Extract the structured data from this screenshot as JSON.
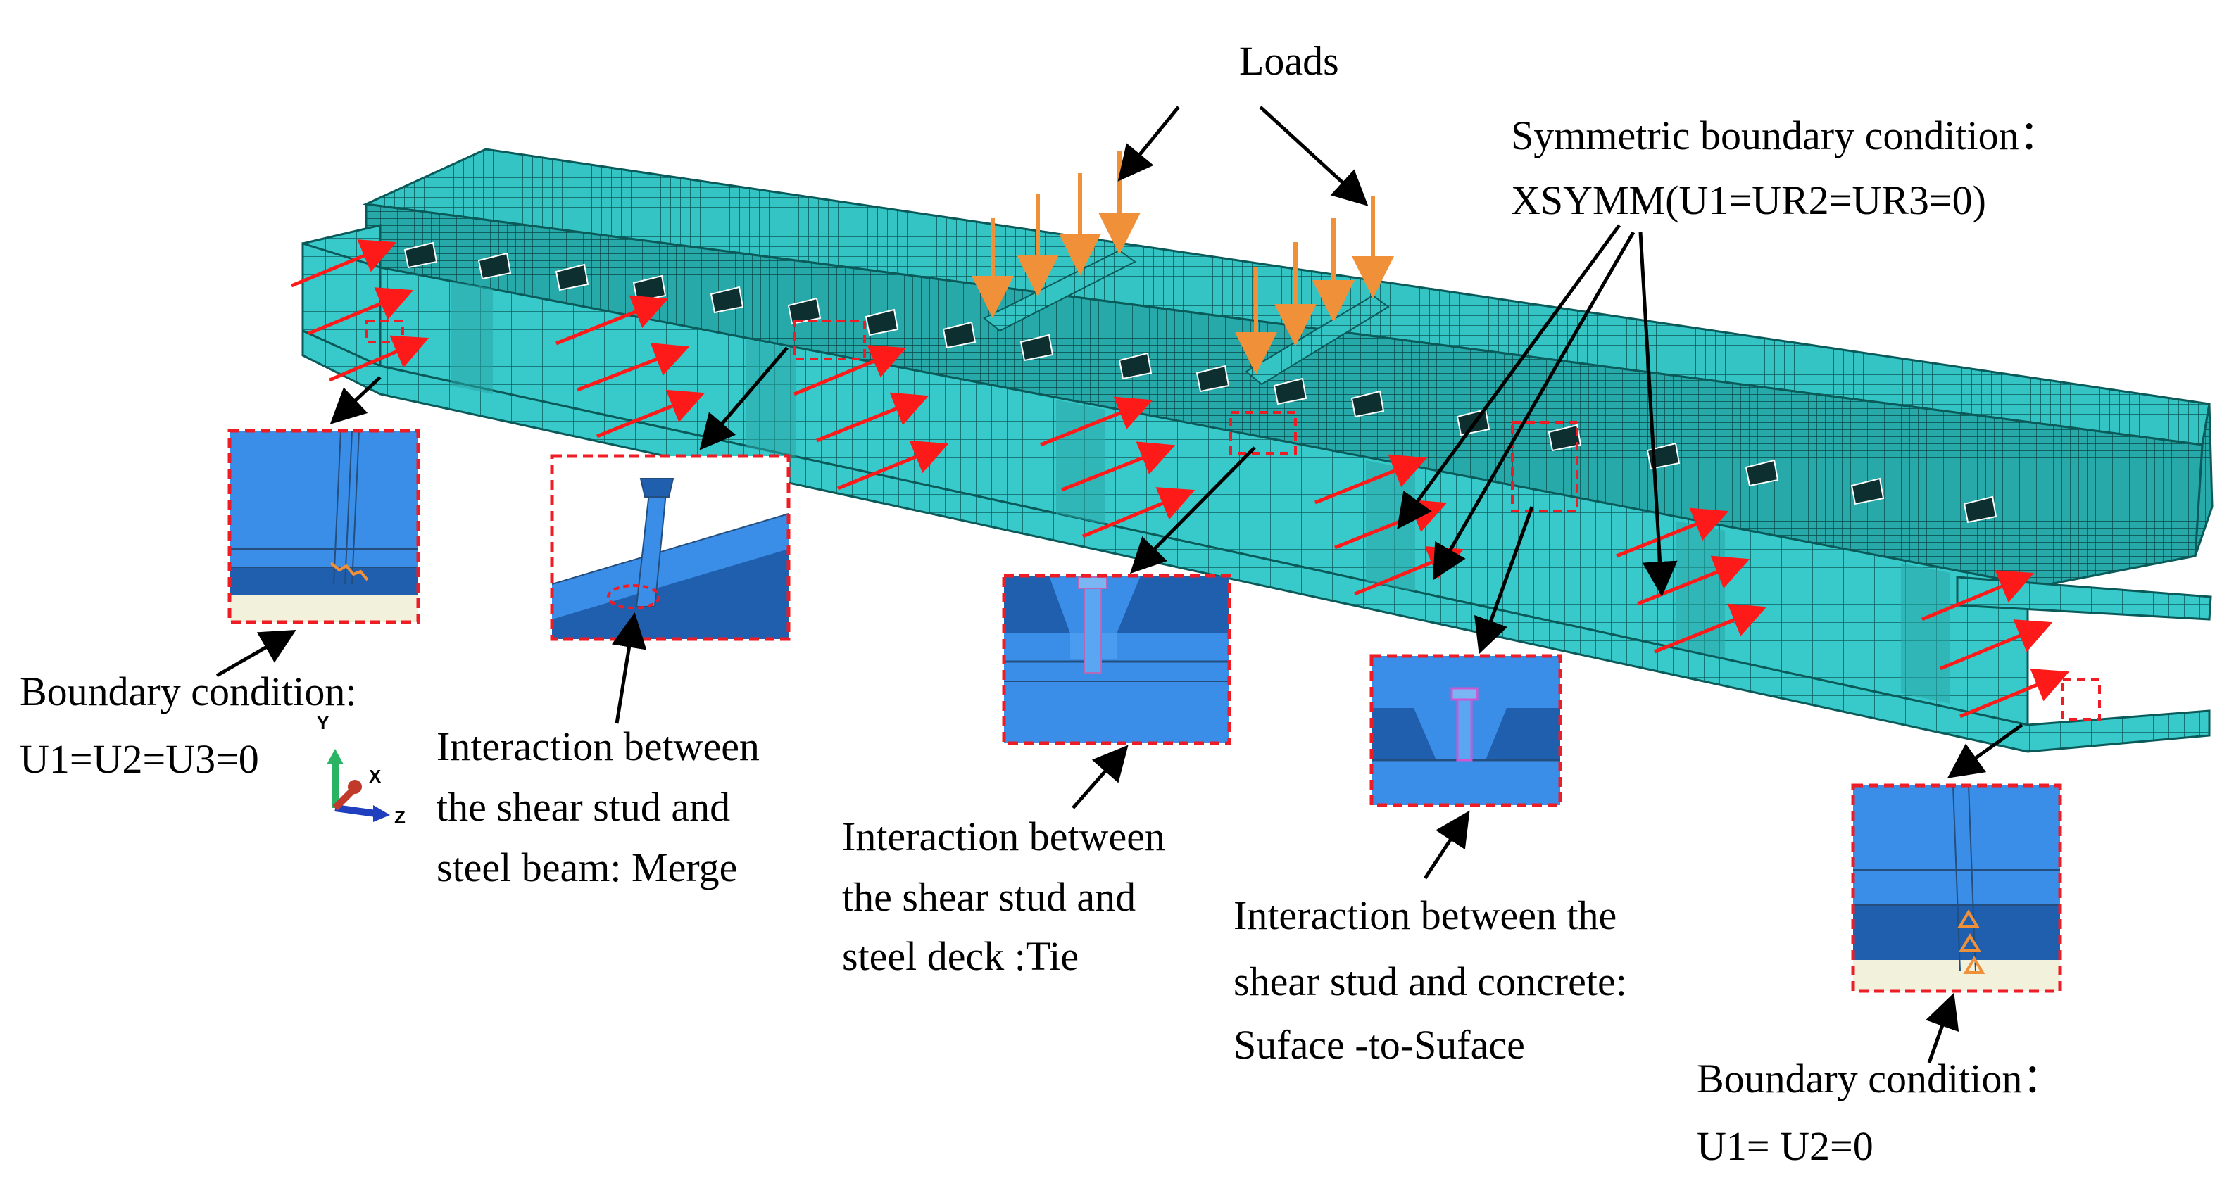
{
  "colors": {
    "mesh_fill": "#2fbcbc",
    "mesh_line": "#0a5555",
    "load_arrow": "#f0913a",
    "pressure_arrow": "#ff1a1a",
    "callout_border": "#ee1c25",
    "detail_blue": "#3a8ee8",
    "detail_dark": "#1f5fae",
    "axis_y": "#28b463",
    "axis_x": "#c0392b",
    "axis_z": "#1f3fbf"
  },
  "labels": {
    "loads": "Loads",
    "symmetric_line1": "Symmetric boundary condition：",
    "symmetric_line2": "XSYMM(U1=UR2=UR3=0)",
    "bc_left_line1": "Boundary condition:",
    "bc_left_line2": "U1=U2=U3=0",
    "merge_line1": "Interaction between",
    "merge_line2": "the shear stud and",
    "merge_line3": "steel beam: Merge",
    "tie_line1": "Interaction between",
    "tie_line2": "the shear stud and",
    "tie_line3": "steel deck :Tie",
    "surface_line1": "Interaction between the",
    "surface_line2": "shear stud and concrete:",
    "surface_line3": "Suface -to-Suface",
    "bc_right_line1": "Boundary condition：",
    "bc_right_line2": "U1= U2=0"
  },
  "axis_triad": {
    "y": "Y",
    "x": "X",
    "z": "Z"
  },
  "icons": {
    "load_arrow": "down-arrow-icon",
    "pressure_arrow": "right-arrow-icon",
    "callout_arrow": "pointer-arrow-icon",
    "triad": "coordinate-triad-icon"
  }
}
